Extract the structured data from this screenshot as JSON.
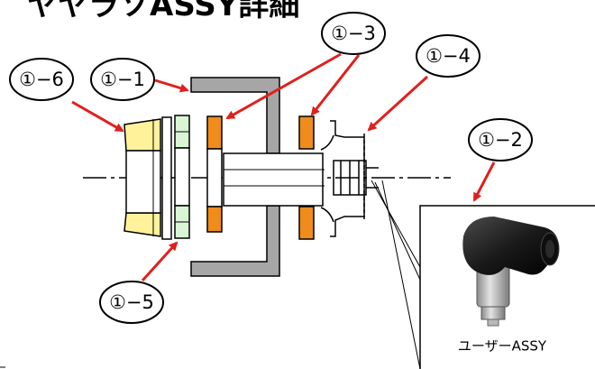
{
  "title": "ヤヤラソASSY詳細",
  "labels": {
    "l16": "①−6",
    "l11": "①−1",
    "l13": "①−3",
    "l14": "①−4",
    "l12": "①−2",
    "l15": "①−5"
  },
  "inset": {
    "caption": "ユーザーASSY"
  },
  "colors": {
    "yellow_part": "#fff29a",
    "green_part": "#d8f6d4",
    "orange_part": "#ef8c1c",
    "gray_part": "#a6a6a6",
    "arrow": "#e0201e",
    "outline": "#000000"
  }
}
